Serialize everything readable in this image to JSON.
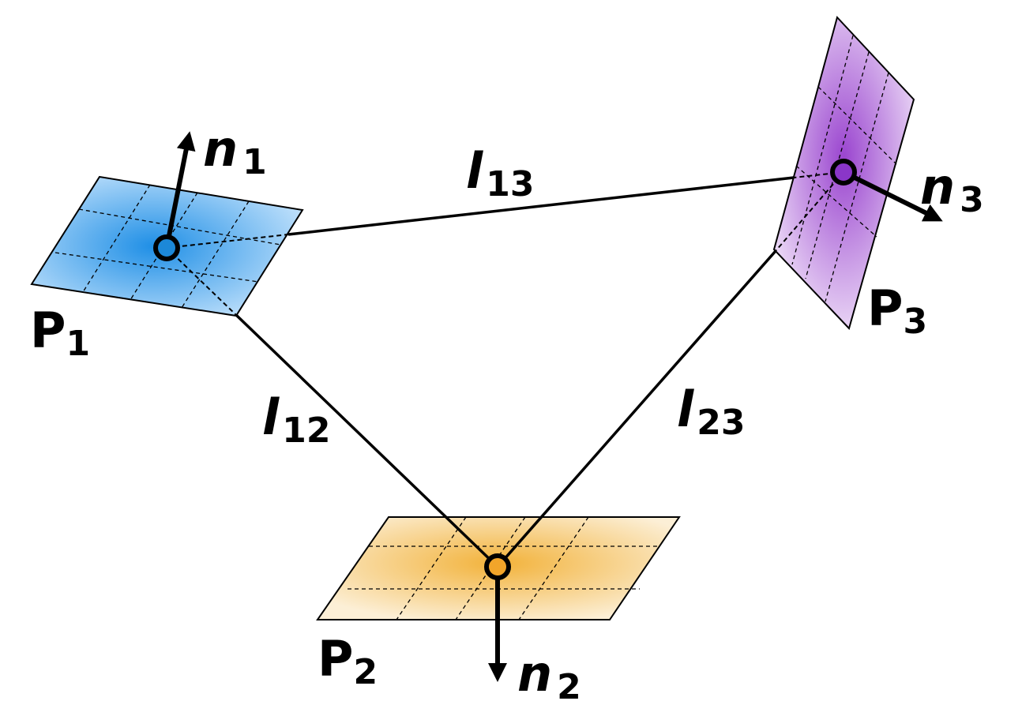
{
  "planes": [
    {
      "id": "P1",
      "label_main": "P",
      "label_sub": "1",
      "normal_main": "n",
      "normal_sub": "1",
      "color": "#2a9be8"
    },
    {
      "id": "P2",
      "label_main": "P",
      "label_sub": "2",
      "normal_main": "n",
      "normal_sub": "2",
      "color": "#f0b030"
    },
    {
      "id": "P3",
      "label_main": "P",
      "label_sub": "3",
      "normal_main": "n",
      "normal_sub": "3",
      "color": "#9c4fd0"
    }
  ],
  "links": [
    {
      "id": "l12",
      "main": "l",
      "sub": "12"
    },
    {
      "id": "l13",
      "main": "l",
      "sub": "13"
    },
    {
      "id": "l23",
      "main": "l",
      "sub": "23"
    }
  ]
}
